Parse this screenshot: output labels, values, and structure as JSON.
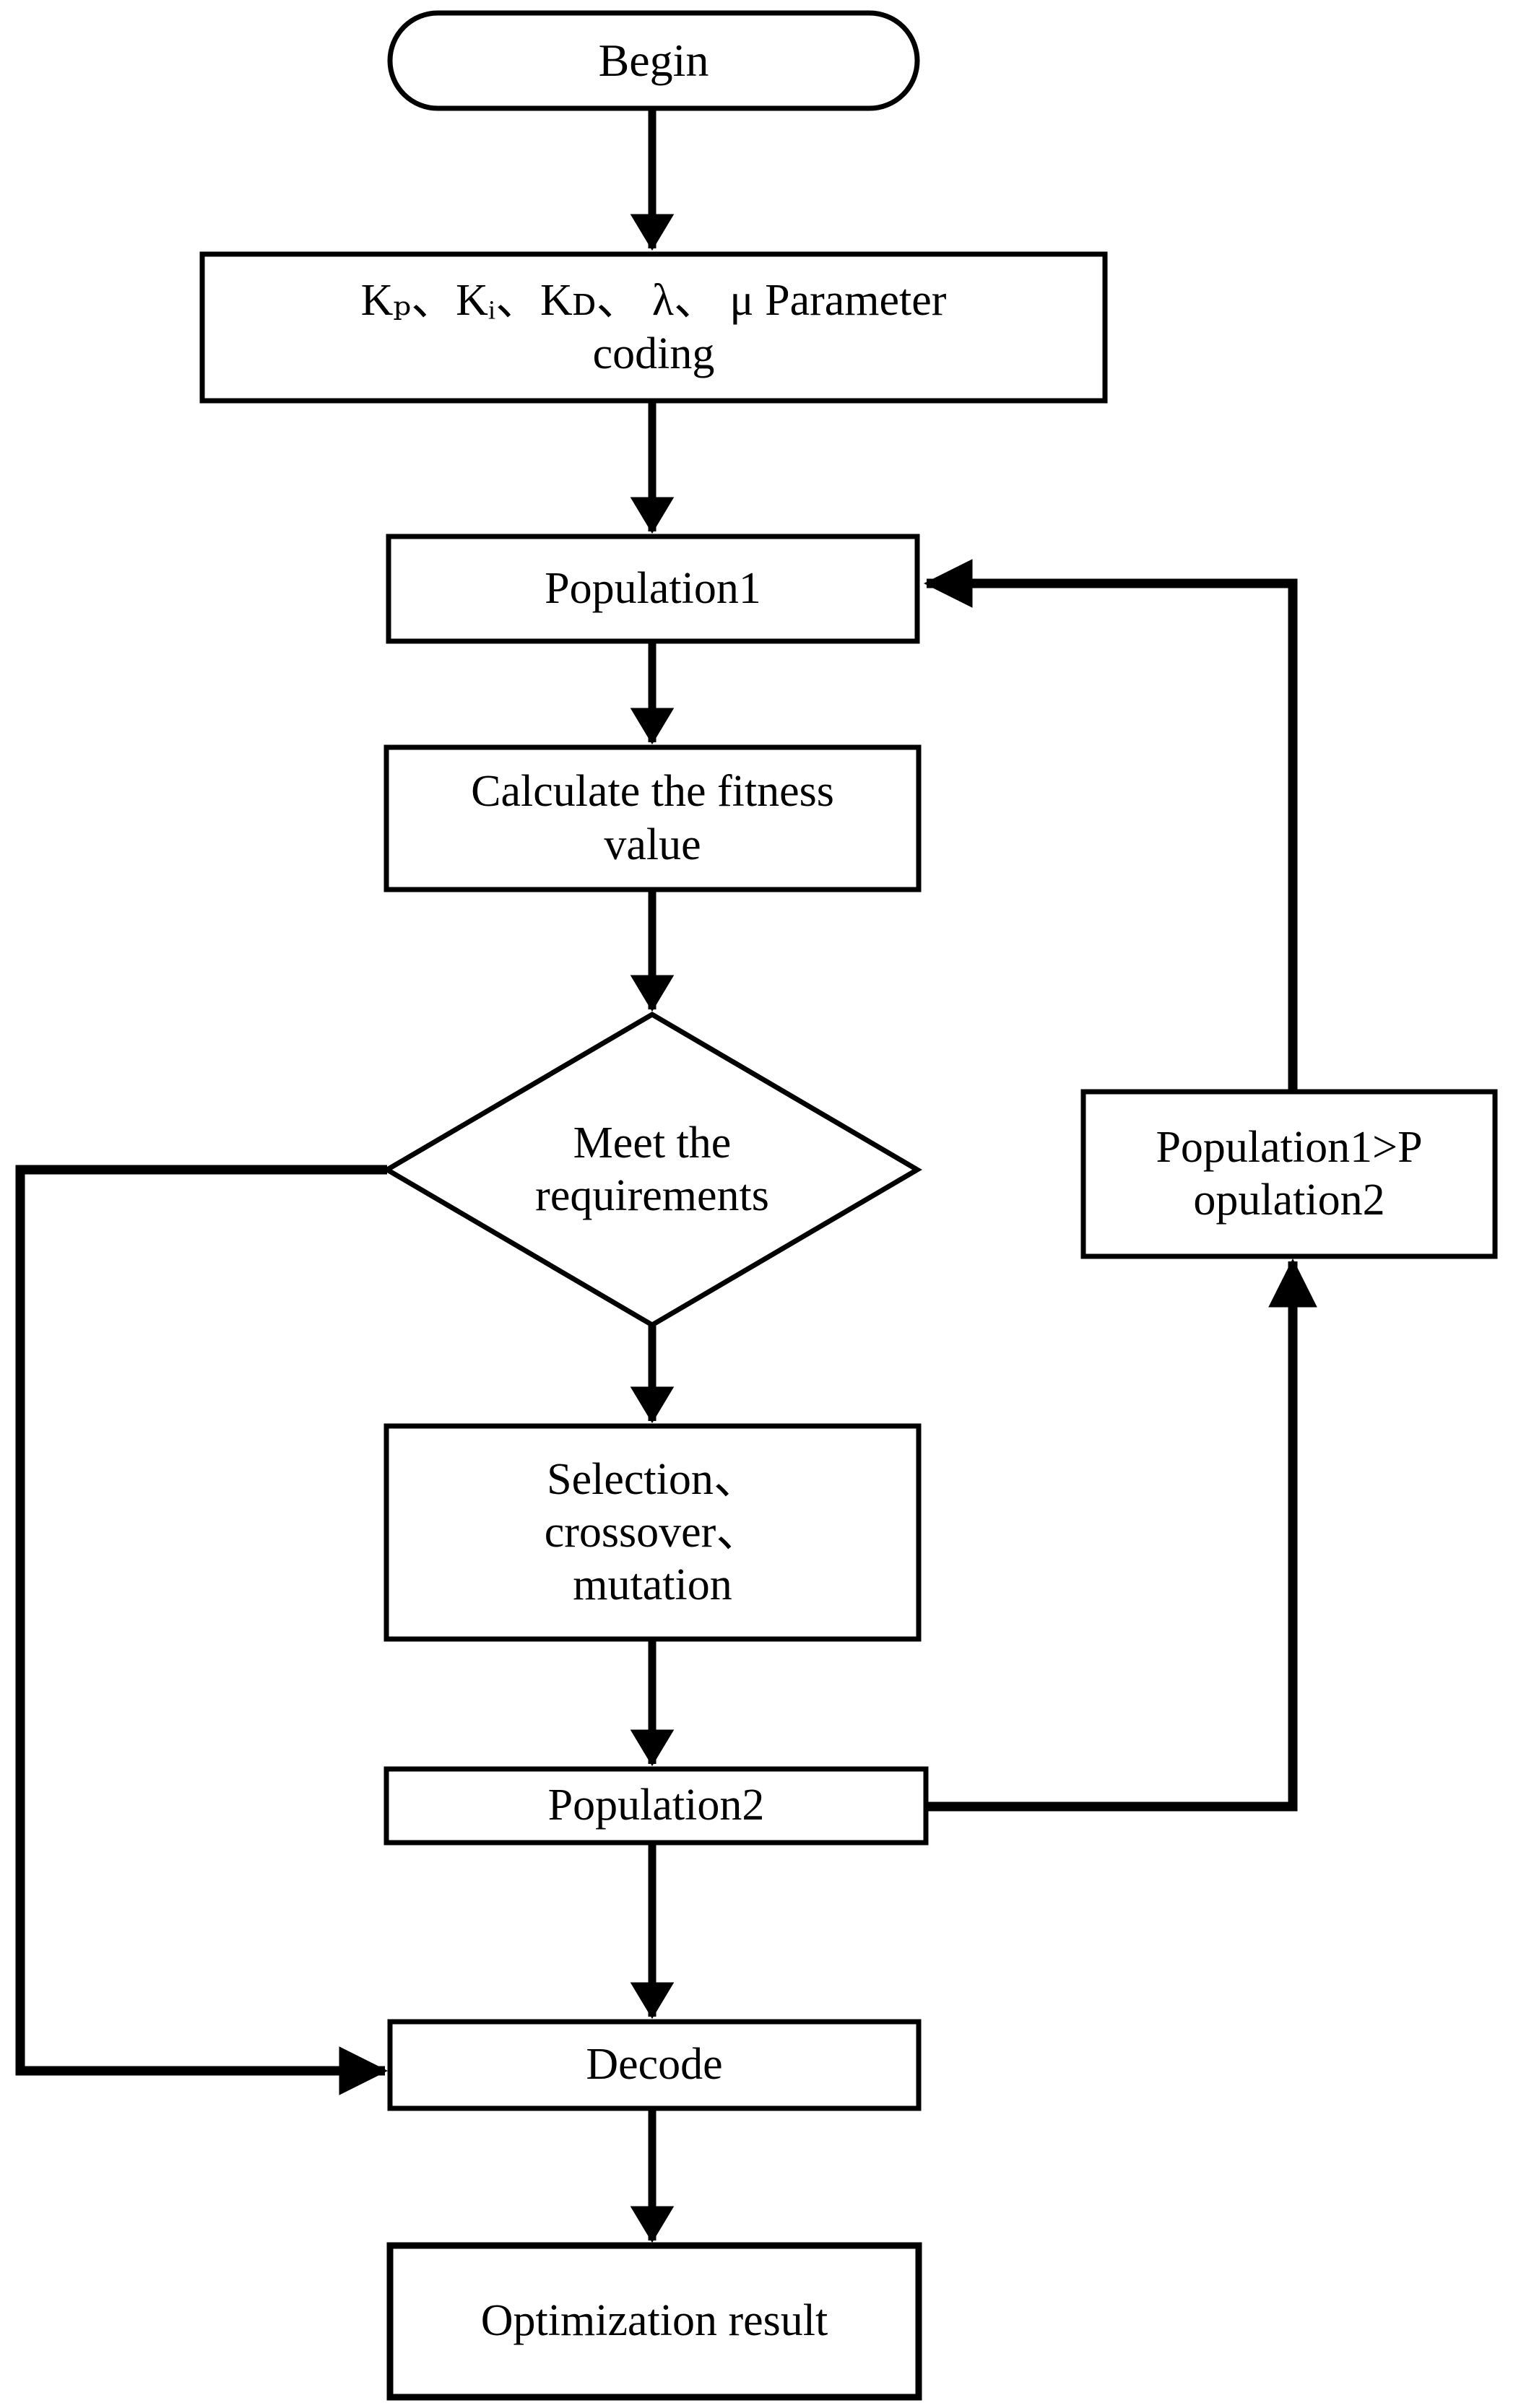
{
  "diagram": {
    "title": "Genetic algorithm optimization flowchart",
    "type": "flowchart",
    "stroke_color": "#000000",
    "fill_color": "#ffffff",
    "background": "#ffffff"
  },
  "nodes": {
    "begin": {
      "label": "Begin",
      "shape": "stadium"
    },
    "parameter_coding": {
      "label_line1_prefix": "K",
      "label": "Kₚ、Kᵢ、Kᴅ、 λ、 μ Parameter\ncoding",
      "plain": "KP、KI、KD、λ、μ Parameter coding",
      "shape": "rectangle"
    },
    "population1": {
      "label": "Population1",
      "shape": "rectangle"
    },
    "calculate_fitness": {
      "label": "Calculate the fitness\nvalue",
      "shape": "rectangle"
    },
    "meet_requirements": {
      "label": "Meet the\nrequirements",
      "shape": "diamond"
    },
    "population_compare": {
      "label": "Population1>P\nopulation2",
      "plain": "Population1>Population2",
      "shape": "rectangle"
    },
    "selection_crossover_mutation": {
      "label": "Selection、\ncrossover、\nmutation",
      "plain": "Selection、crossover、mutation",
      "shape": "rectangle"
    },
    "population2": {
      "label": "Population2",
      "shape": "rectangle"
    },
    "decode": {
      "label": "Decode",
      "shape": "rectangle"
    },
    "optimization_result": {
      "label": "Optimization result",
      "shape": "rectangle"
    }
  },
  "edges": [
    {
      "from": "begin",
      "to": "parameter_coding",
      "label": ""
    },
    {
      "from": "parameter_coding",
      "to": "population1",
      "label": ""
    },
    {
      "from": "population1",
      "to": "calculate_fitness",
      "label": ""
    },
    {
      "from": "calculate_fitness",
      "to": "meet_requirements",
      "label": ""
    },
    {
      "from": "meet_requirements",
      "to": "decode",
      "label": ""
    },
    {
      "from": "meet_requirements",
      "to": "selection_crossover_mutation",
      "label": ""
    },
    {
      "from": "selection_crossover_mutation",
      "to": "population2",
      "label": ""
    },
    {
      "from": "population2",
      "to": "decode",
      "label": ""
    },
    {
      "from": "population2",
      "to": "population_compare",
      "label": ""
    },
    {
      "from": "population_compare",
      "to": "population1",
      "label": ""
    },
    {
      "from": "decode",
      "to": "optimization_result",
      "label": ""
    }
  ]
}
